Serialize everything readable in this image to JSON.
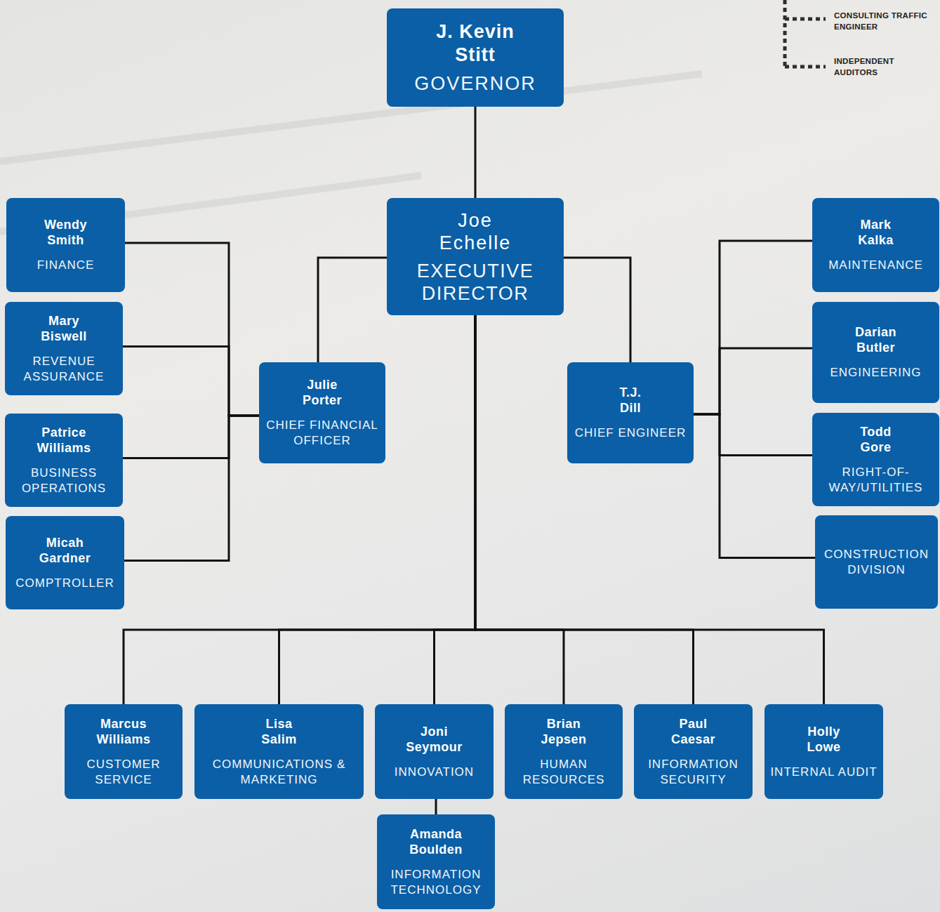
{
  "diagram": {
    "nodes": [
      {
        "text": [
          "J. Kevin Stitt",
          "GOVERNOR"
        ]
      },
      {
        "text": [
          "Wendy Smith",
          "FINANCE"
        ]
      },
      {
        "text": [
          "Joe Echelle",
          "EXECUTIVE DIRECTOR"
        ]
      },
      {
        "text": [
          "Mark Kalka",
          "MAINTENANCE"
        ]
      },
      {
        "text": [
          "Mary Biswell",
          "REVENUE ASSURANCE"
        ]
      },
      {
        "text": [
          "Darian Butler",
          "ENGINEERING"
        ]
      },
      {
        "text": [
          "Julie Porter",
          "CHIEF FINANCIAL OFFICER"
        ]
      },
      {
        "text": [
          "T.J. Dill",
          "CHIEF ENGINEER"
        ]
      },
      {
        "text": [
          "Patrice Williams",
          "BUSINESS OPERATIONS"
        ]
      },
      {
        "text": [
          "Todd Gore",
          "RIGHT-OF-WAY/UTILITIES"
        ]
      },
      {
        "text": [
          "Micah Gardner",
          "COMPTROLLER"
        ]
      },
      {
        "text": [
          "CONSTRUCTION DIVISION"
        ]
      },
      {
        "text": [
          "Marcus Williams",
          "CUSTOMER SERVICE"
        ]
      },
      {
        "text": [
          "Lisa Salim",
          "COMMUNICATIONS & MARKETING"
        ]
      },
      {
        "text": [
          "Joni Seymour",
          "INNOVATION"
        ]
      },
      {
        "text": [
          "Brian Jepsen",
          "HUMAN RESOURCES"
        ]
      },
      {
        "text": [
          "Paul Caesar",
          "INFORMATION SECURITY"
        ]
      },
      {
        "text": [
          "Holly Lowe",
          "INTERNAL AUDIT"
        ]
      },
      {
        "text": [
          "Amanda Boulden",
          "INFORMATION TECHNOLOGY"
        ]
      }
    ],
    "edges": [
      {
        "from": 0,
        "to": 2,
        "arrow": "none"
      },
      {
        "from": 2,
        "to": 6,
        "arrow": "none"
      },
      {
        "from": 2,
        "to": 7,
        "arrow": "none"
      },
      {
        "from": 6,
        "to": 1,
        "arrow": "none"
      },
      {
        "from": 6,
        "to": 4,
        "arrow": "none"
      },
      {
        "from": 6,
        "to": 8,
        "arrow": "none"
      },
      {
        "from": 6,
        "to": 10,
        "arrow": "none"
      },
      {
        "from": 7,
        "to": 3,
        "arrow": "none"
      },
      {
        "from": 7,
        "to": 5,
        "arrow": "none"
      },
      {
        "from": 7,
        "to": 9,
        "arrow": "none"
      },
      {
        "from": 7,
        "to": 11,
        "arrow": "none"
      },
      {
        "from": 2,
        "to": 12,
        "arrow": "none"
      },
      {
        "from": 2,
        "to": 13,
        "arrow": "none"
      },
      {
        "from": 2,
        "to": 14,
        "arrow": "none"
      },
      {
        "from": 2,
        "to": 15,
        "arrow": "none"
      },
      {
        "from": 2,
        "to": 16,
        "arrow": "none"
      },
      {
        "from": 2,
        "to": 17,
        "arrow": "none"
      },
      {
        "from": 14,
        "to": 18,
        "arrow": "none"
      }
    ],
    "labels": [
      "CONSULTING TRAFFIC ENGINEER",
      "INDEPENDENT AUDITORS"
    ]
  }
}
